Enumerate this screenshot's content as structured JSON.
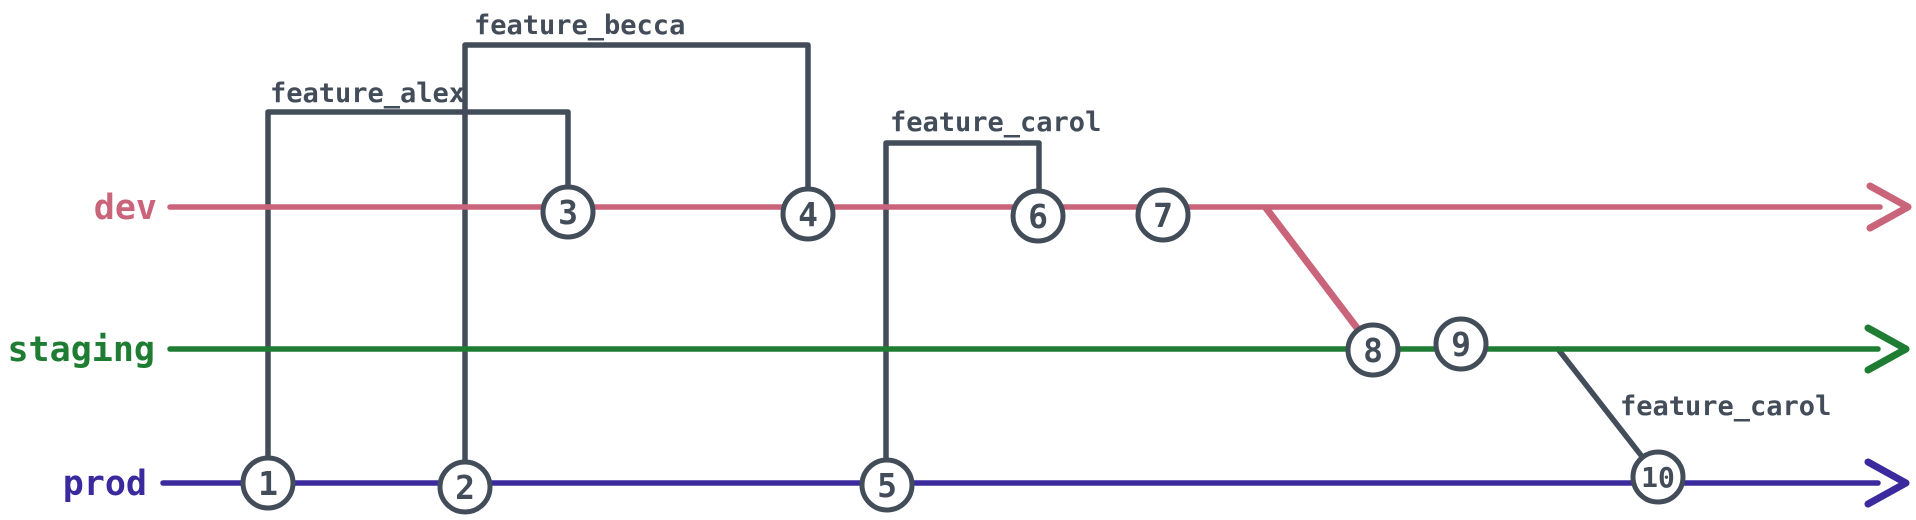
{
  "background": "#ffffff",
  "feature_color": "#434d59",
  "branches": [
    {
      "name": "dev",
      "color": "#c9647a"
    },
    {
      "name": "staging",
      "color": "#1e7d33"
    },
    {
      "name": "prod",
      "color": "#3b2a9e"
    }
  ],
  "feature_labels": [
    "feature_alex",
    "feature_becca",
    "feature_carol",
    "feature_carol"
  ],
  "commits": [
    {
      "label": "1",
      "branch": "prod"
    },
    {
      "label": "2",
      "branch": "prod"
    },
    {
      "label": "3",
      "branch": "dev"
    },
    {
      "label": "4",
      "branch": "dev"
    },
    {
      "label": "5",
      "branch": "prod"
    },
    {
      "label": "6",
      "branch": "dev"
    },
    {
      "label": "7",
      "branch": "dev"
    },
    {
      "label": "8",
      "branch": "staging"
    },
    {
      "label": "9",
      "branch": "staging"
    },
    {
      "label": "10",
      "branch": "prod"
    }
  ]
}
